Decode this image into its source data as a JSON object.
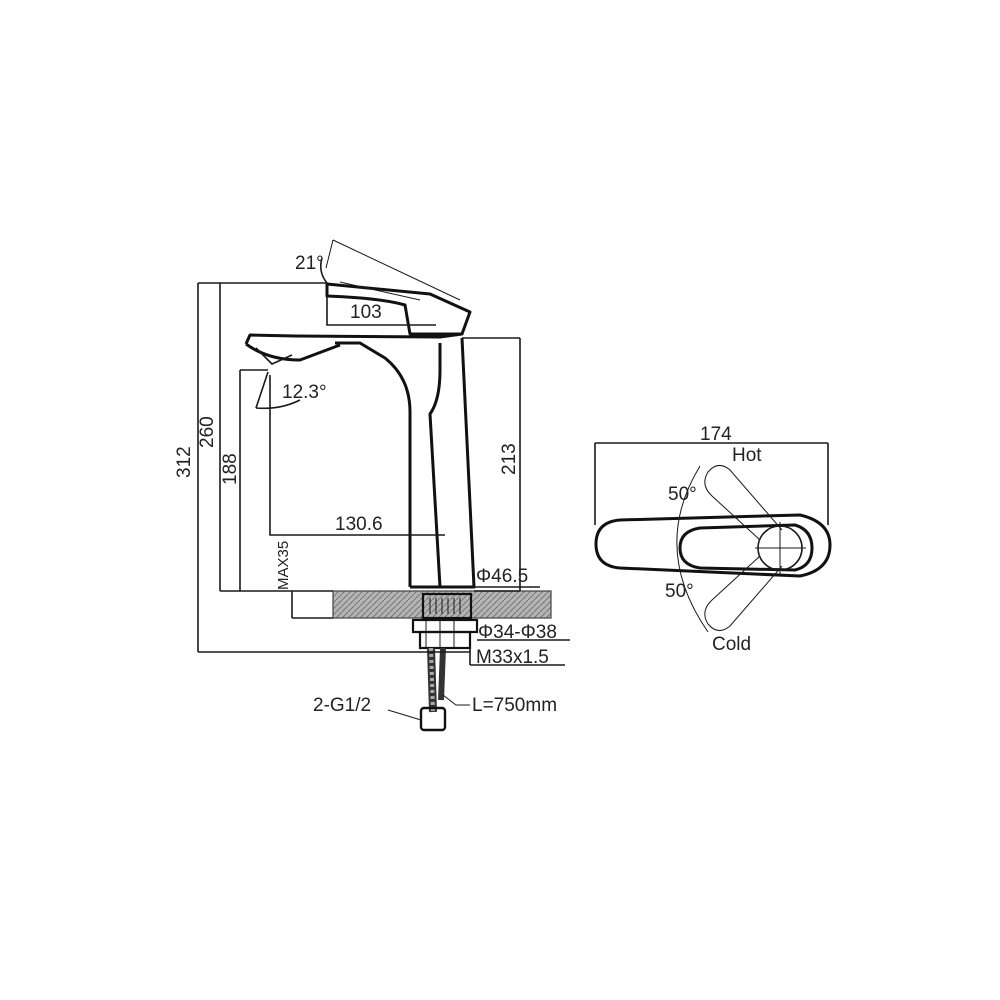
{
  "side_view": {
    "lever_angle": "21°",
    "lever_length": "103",
    "spout_angle": "12.3°",
    "height_total": "312",
    "height_body": "260",
    "height_spout": "188",
    "height_tall": "213",
    "reach": "130.6",
    "max_thickness": "MAX35",
    "base_diameter": "Φ46.5",
    "hole_diameter": "Φ34-Φ38",
    "thread": "M33x1.5",
    "connector": "2-G1/2",
    "hose_length": "L=750mm"
  },
  "top_view": {
    "width": "174",
    "hot_label": "Hot",
    "cold_label": "Cold",
    "hot_angle": "50°",
    "cold_angle": "50°"
  }
}
